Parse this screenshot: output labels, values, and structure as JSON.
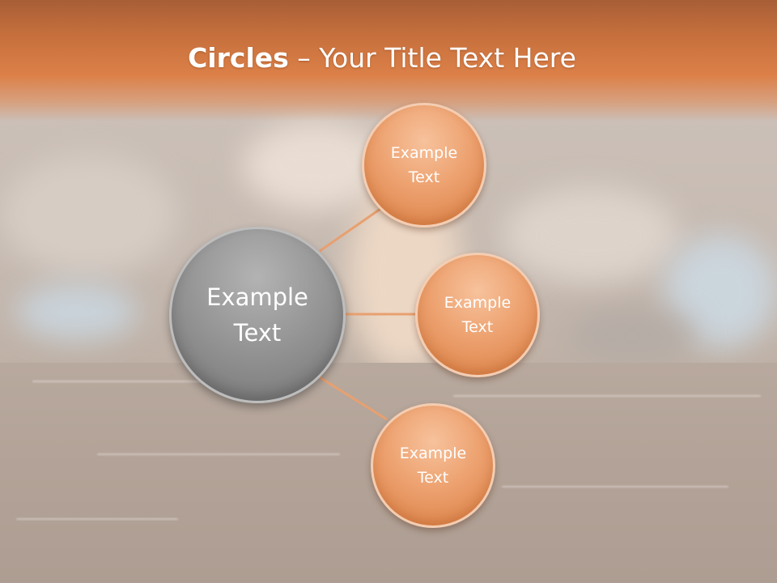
{
  "slide": {
    "title_bold": "Circles",
    "title_rest": " – Your Title Text Here"
  },
  "diagram": {
    "center": {
      "label": "Example\nText",
      "color": "#8a8a8a"
    },
    "nodes": [
      {
        "label": "Example\nText",
        "color": "#eda270"
      },
      {
        "label": "Example\nText",
        "color": "#eda270"
      },
      {
        "label": "Example\nText",
        "color": "#eda270"
      }
    ],
    "connector_color": "#e8a070"
  }
}
